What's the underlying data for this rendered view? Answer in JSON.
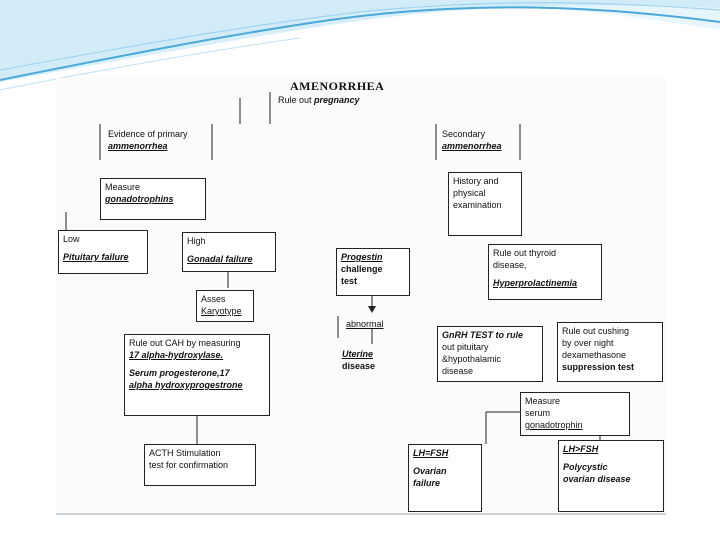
{
  "title": "AMENORRHEA",
  "rule_out": {
    "text": "Rule out ",
    "emph": "pregnancy"
  },
  "primary": {
    "line1": "Evidence of primary",
    "line2": "ammenorrhea"
  },
  "secondary": {
    "line1": "Secondary",
    "line2": "ammenorrhea"
  },
  "measure_gonado": {
    "line1": "Measure",
    "line2": "gonadotrophins"
  },
  "history": {
    "line1": "History and",
    "line2": "physical",
    "line3": "examination"
  },
  "low": {
    "line1": "Low",
    "line2": "Pituitary failure"
  },
  "high": {
    "line1": "High",
    "line2": "Gonadal failure"
  },
  "progestin": {
    "line1": "Progestin",
    "line2": "challenge",
    "line3": "test"
  },
  "thyroid": {
    "line1": "Rule out thyroid",
    "line2": "disease,",
    "line3": "Hyperprolactinemia"
  },
  "karyotype": {
    "line1": "Asses",
    "line2": "Karyotype"
  },
  "abnormal": {
    "text": "abnormal"
  },
  "gnrh": {
    "line1": "GnRH TEST to rule",
    "line2": "out pituitary",
    "line3": "&hypothalamic",
    "line4": "disease"
  },
  "cushing": {
    "line1": "Rule out cushing",
    "line2": "by over night",
    "line3": "dexamethasone",
    "line4": "suppression test"
  },
  "cah": {
    "line1": "Rule out CAH by measuring",
    "line2": "17 alpha-hydroxylase.",
    "line3": "Serum progesterone,17",
    "line4": "alpha hydroxyprogestrone"
  },
  "uterine": {
    "line1": "Uterine",
    "line2": "disease"
  },
  "measure_serum": {
    "line1": "Measure",
    "line2": "serum",
    "line3": "gonadotrophin"
  },
  "acth": {
    "line1": "ACTH Stimulation",
    "line2": "test for confirmation"
  },
  "lh_fsh_eq": {
    "line1": "LH=FSH",
    "line2": "Ovarian",
    "line3": "failure"
  },
  "lh_fsh_gt": {
    "line1": "LH>FSH",
    "line2": "Polycystic",
    "line3": "ovarian disease"
  },
  "colors": {
    "banner_light": "#dff1fb",
    "banner_mid": "#9fd4ef",
    "banner_dark": "#4aa9d9",
    "line": "#222222"
  }
}
